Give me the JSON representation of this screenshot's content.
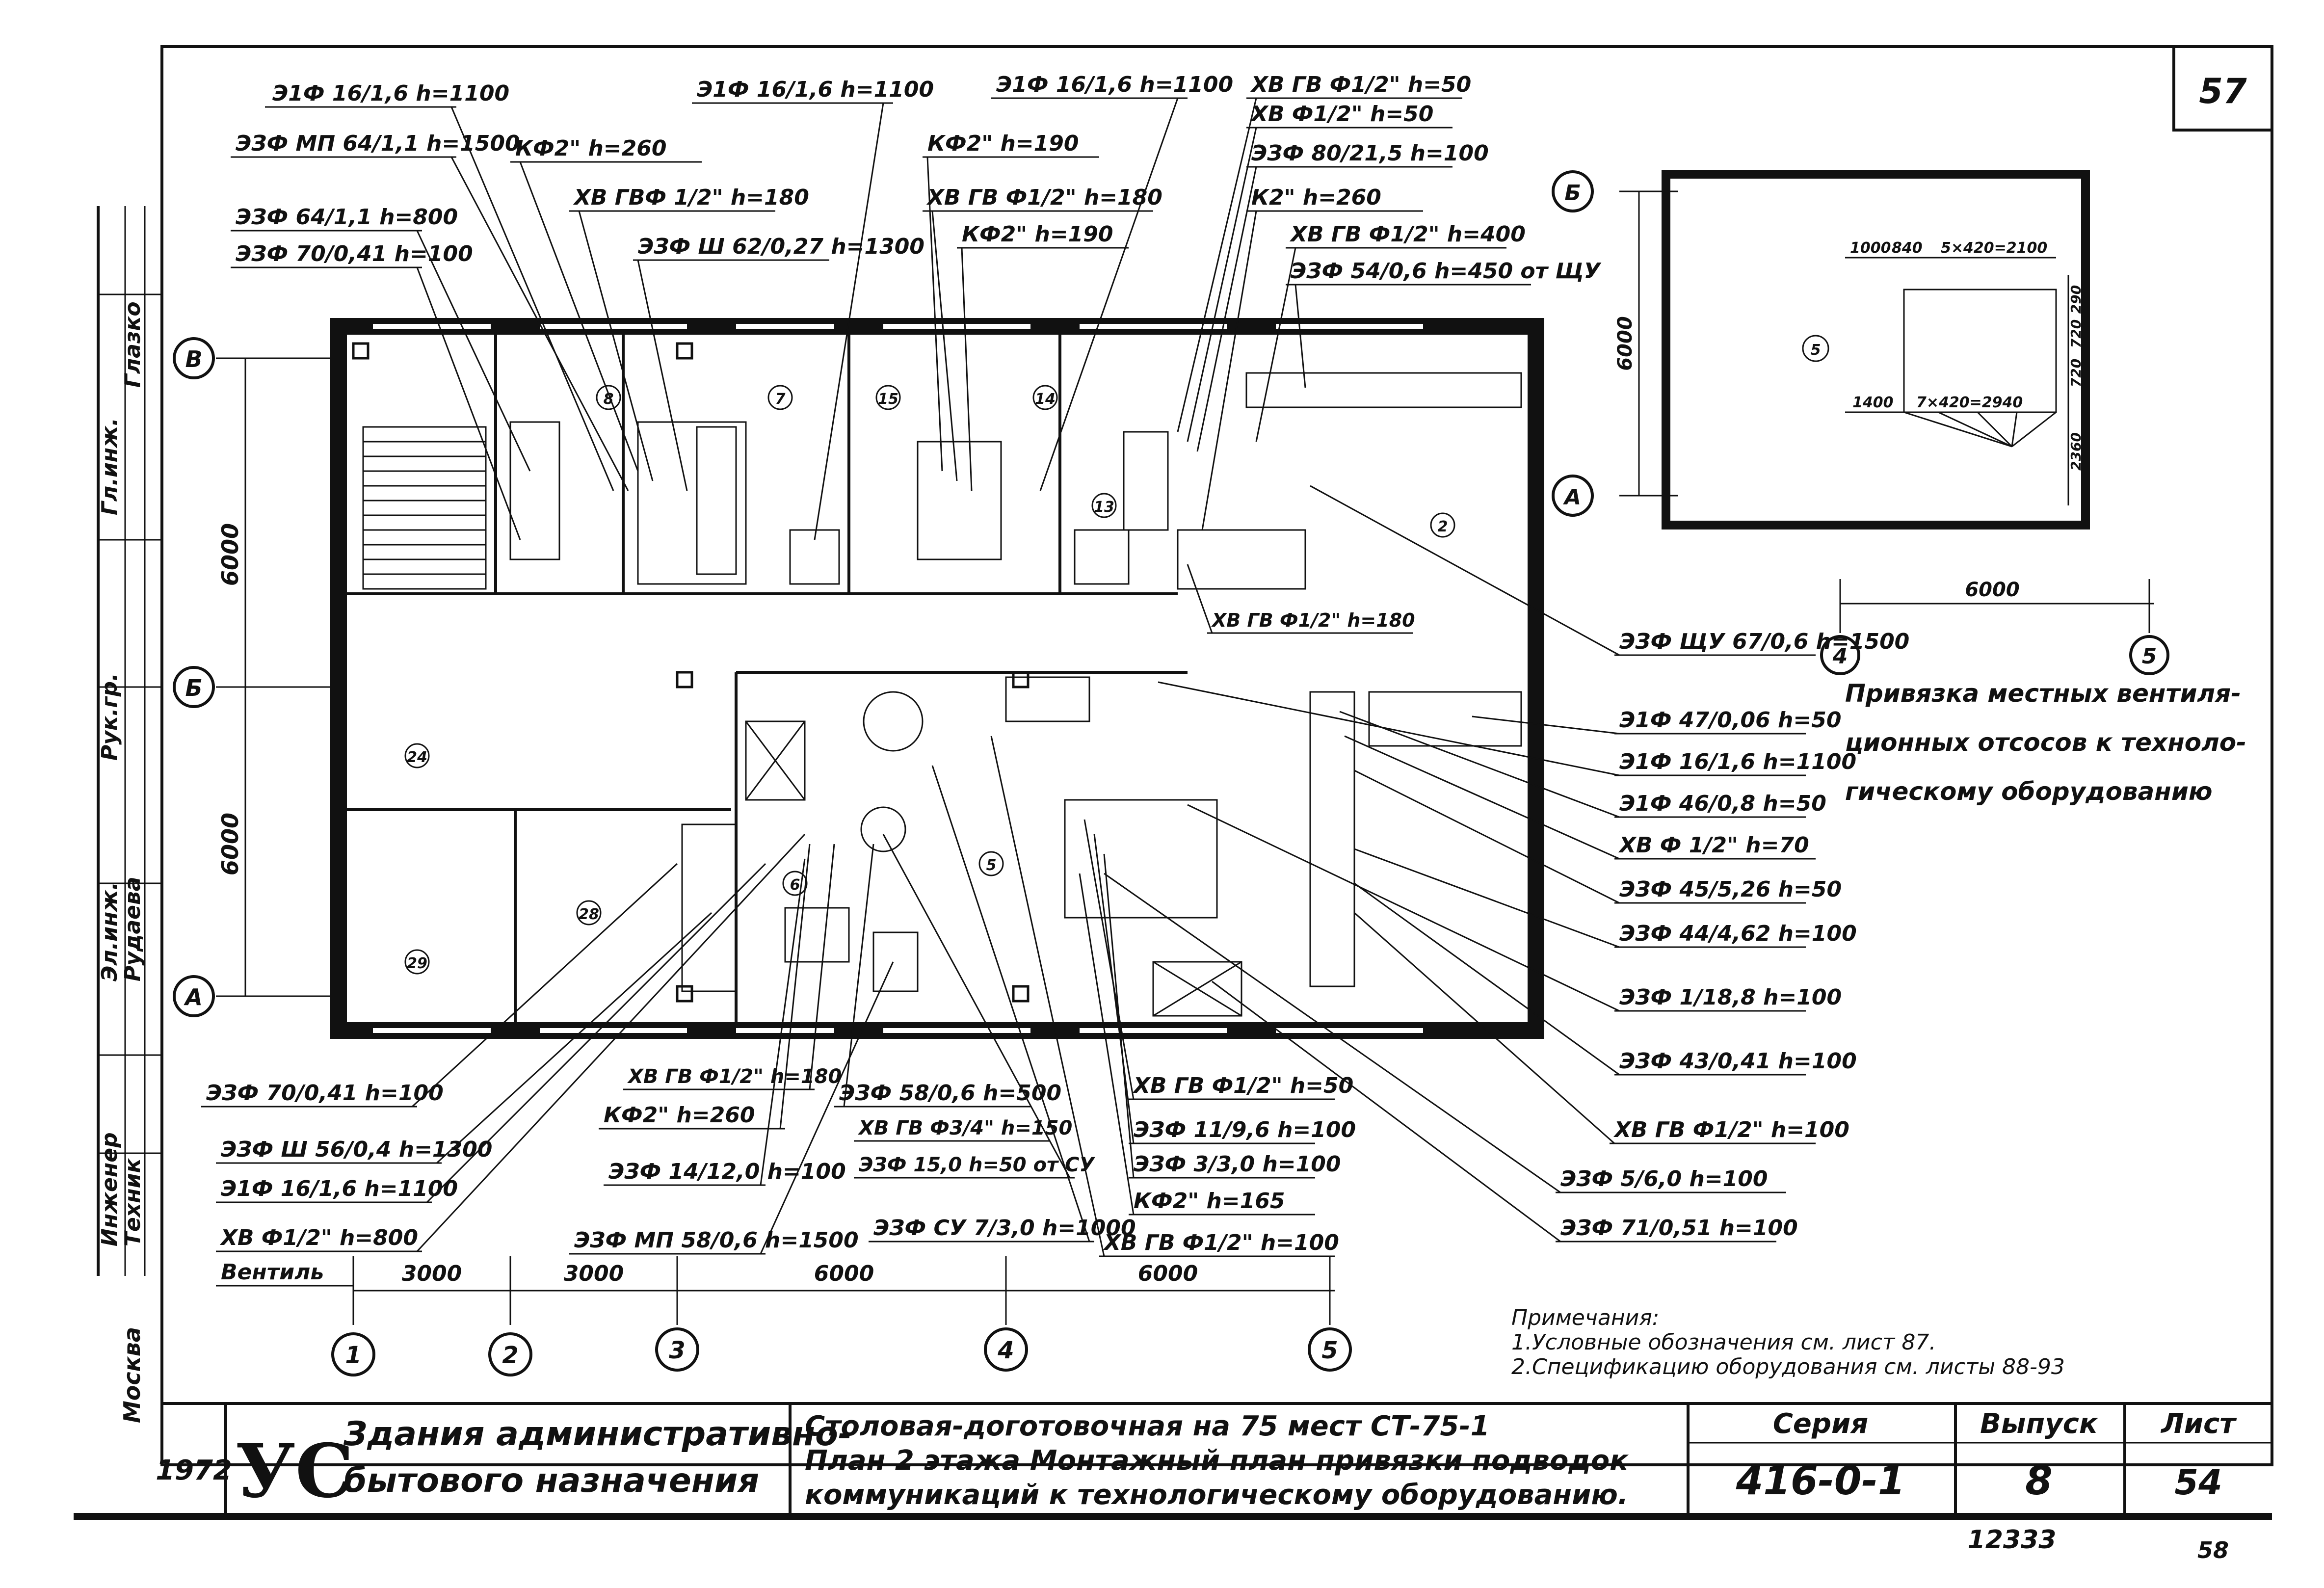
{
  "sheet": {
    "top_number": "57",
    "bottom_small_number": "58",
    "inventory_number": "12333"
  },
  "title_block": {
    "year": "1972",
    "logo": "УС",
    "org_line1": "Здания административно-",
    "org_line2": "бытового назначения",
    "desc_line1": "Столовая-доготовочная на 75 мест СТ-75-1",
    "desc_line2": "План 2 этажа Монтажный план привязки подводок",
    "desc_line3": "коммуникаций к технологическому оборудованию.",
    "series_label": "Серия",
    "series_value": "416-0-1",
    "issue_label": "Выпуск",
    "issue_value": "8",
    "sheet_label": "Лист",
    "sheet_value": "54"
  },
  "side_stamp": {
    "institute": "Москва",
    "roles": [
      "Инженер",
      "Техник",
      "Эл.инж.",
      "Рук.гр.",
      "Гл.инж."
    ],
    "names": [
      "Рудаева",
      "Глазко"
    ]
  },
  "axes": {
    "columns": [
      "1",
      "2",
      "3",
      "4",
      "5"
    ],
    "rows": [
      "А",
      "Б",
      "В"
    ],
    "col_spans": [
      "3000",
      "3000",
      "6000",
      "6000"
    ],
    "row_spans": [
      "6000",
      "6000"
    ]
  },
  "inset": {
    "caption_line1": "Привязка местных вентиля-",
    "caption_line2": "ционных отсосов к техноло-",
    "caption_line3": "гическому оборудованию",
    "span": "6000",
    "height": "6000",
    "room": "5",
    "dims_top": [
      "1000",
      "840",
      "5×420=2100"
    ],
    "dims_bottom": [
      "1400",
      "7×420=2940"
    ],
    "dims_right": [
      "290",
      "720",
      "720",
      "2360"
    ],
    "axes_cols": [
      "4",
      "5"
    ],
    "axes_rows": [
      "Б",
      "А"
    ]
  },
  "rooms": [
    "7",
    "8",
    "13",
    "14",
    "15",
    "2",
    "5",
    "6",
    "24",
    "28",
    "29"
  ],
  "callouts": {
    "top": [
      "Э1Ф 16/1,6 h=1100",
      "ЭЗФ МП 64/1,1 h=1500",
      "ЭЗФ 64/1,1 h=800",
      "ЭЗФ 70/0,41 h=100",
      "КФ2\" h=260",
      "ХВ ГВФ 1/2\" h=180",
      "ЭЗФ Ш 62/0,27 h=1300",
      "Э1Ф 16/1,6 h=1100",
      "КФ2\" h=190",
      "ХВ ГВ Ф1/2\" h=180",
      "КФ2\" h=190",
      "Э1Ф 16/1,6 h=1100",
      "ХВ ГВ Ф1/2\" h=50",
      "ХВ Ф1/2\" h=50",
      "ЭЗФ 80/21,5 h=100",
      "К2\" h=260",
      "ХВ ГВ Ф1/2\" h=400",
      "ЭЗФ 54/0,6 h=450 от ЩУ"
    ],
    "right": [
      "ЭЗФ ЩУ 67/0,6 h=1500",
      "Э1Ф 47/0,06 h=50",
      "Э1Ф 16/1,6 h=1100",
      "Э1Ф 46/0,8 h=50",
      "ХВ Ф 1/2\" h=70",
      "ЭЗФ 45/5,26 h=50",
      "ЭЗФ 44/4,62 h=100",
      "ЭЗФ 1/18,8 h=100",
      "ЭЗФ 43/0,41 h=100",
      "ХВ ГВ Ф1/2\" h=100",
      "ЭЗФ 5/6,0 h=100",
      "ЭЗФ 71/0,51 h=100"
    ],
    "bottom": [
      "ЭЗФ 70/0,41 h=100",
      "ЭЗФ Ш 56/0,4 h=1300",
      "Э1Ф 16/1,6 h=1100",
      "ХВ Ф1/2\" h=800",
      "Вентиль",
      "ХВ ГВ Ф1/2\" h=180",
      "КФ2\" h=260",
      "ЭЗФ 14/12,0 h=100",
      "ЭЗФ МП 58/0,6 h=1500",
      "ЭЗФ 58/0,6 h=500",
      "ХВ ГВ Ф3/4\" h=150",
      "ЭЗФ 15,0 h=50 от СУ",
      "ЭЗФ СУ 7/3,0 h=1000",
      "ХВ ГВ Ф1/2\" h=50",
      "ЭЗФ 11/9,6 h=100",
      "ЭЗФ 3/3,0 h=100",
      "КФ2\" h=165",
      "ХВ ГВ Ф1/2\" h=100",
      "ХВ ГВ Ф1/2\" h=180"
    ]
  },
  "notes": {
    "heading": "Примечания:",
    "line1": "1.Условные обозначения см. лист 87.",
    "line2": "2.Спецификацию оборудования см. листы 88-93"
  }
}
